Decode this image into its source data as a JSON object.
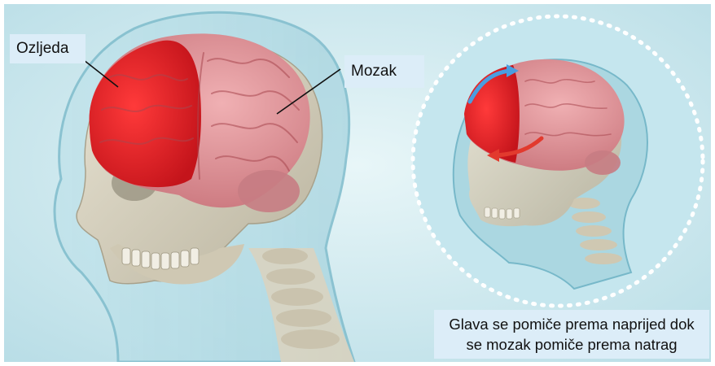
{
  "labels": {
    "injury": "Ozljeda",
    "brain": "Mozak"
  },
  "caption": {
    "line1": "Glava se pomiče prema naprijed dok",
    "line2": "se mozak pomiče prema natrag"
  },
  "colors": {
    "background": "#cfe8ee",
    "label_fill": "#dcedf8",
    "injury_red": "#e0262b",
    "brain_pink": "#d98a8f",
    "skull": "#d9d3c0",
    "forward_arrow": "#4a9ee0",
    "backward_arrow": "#e23a2e"
  }
}
